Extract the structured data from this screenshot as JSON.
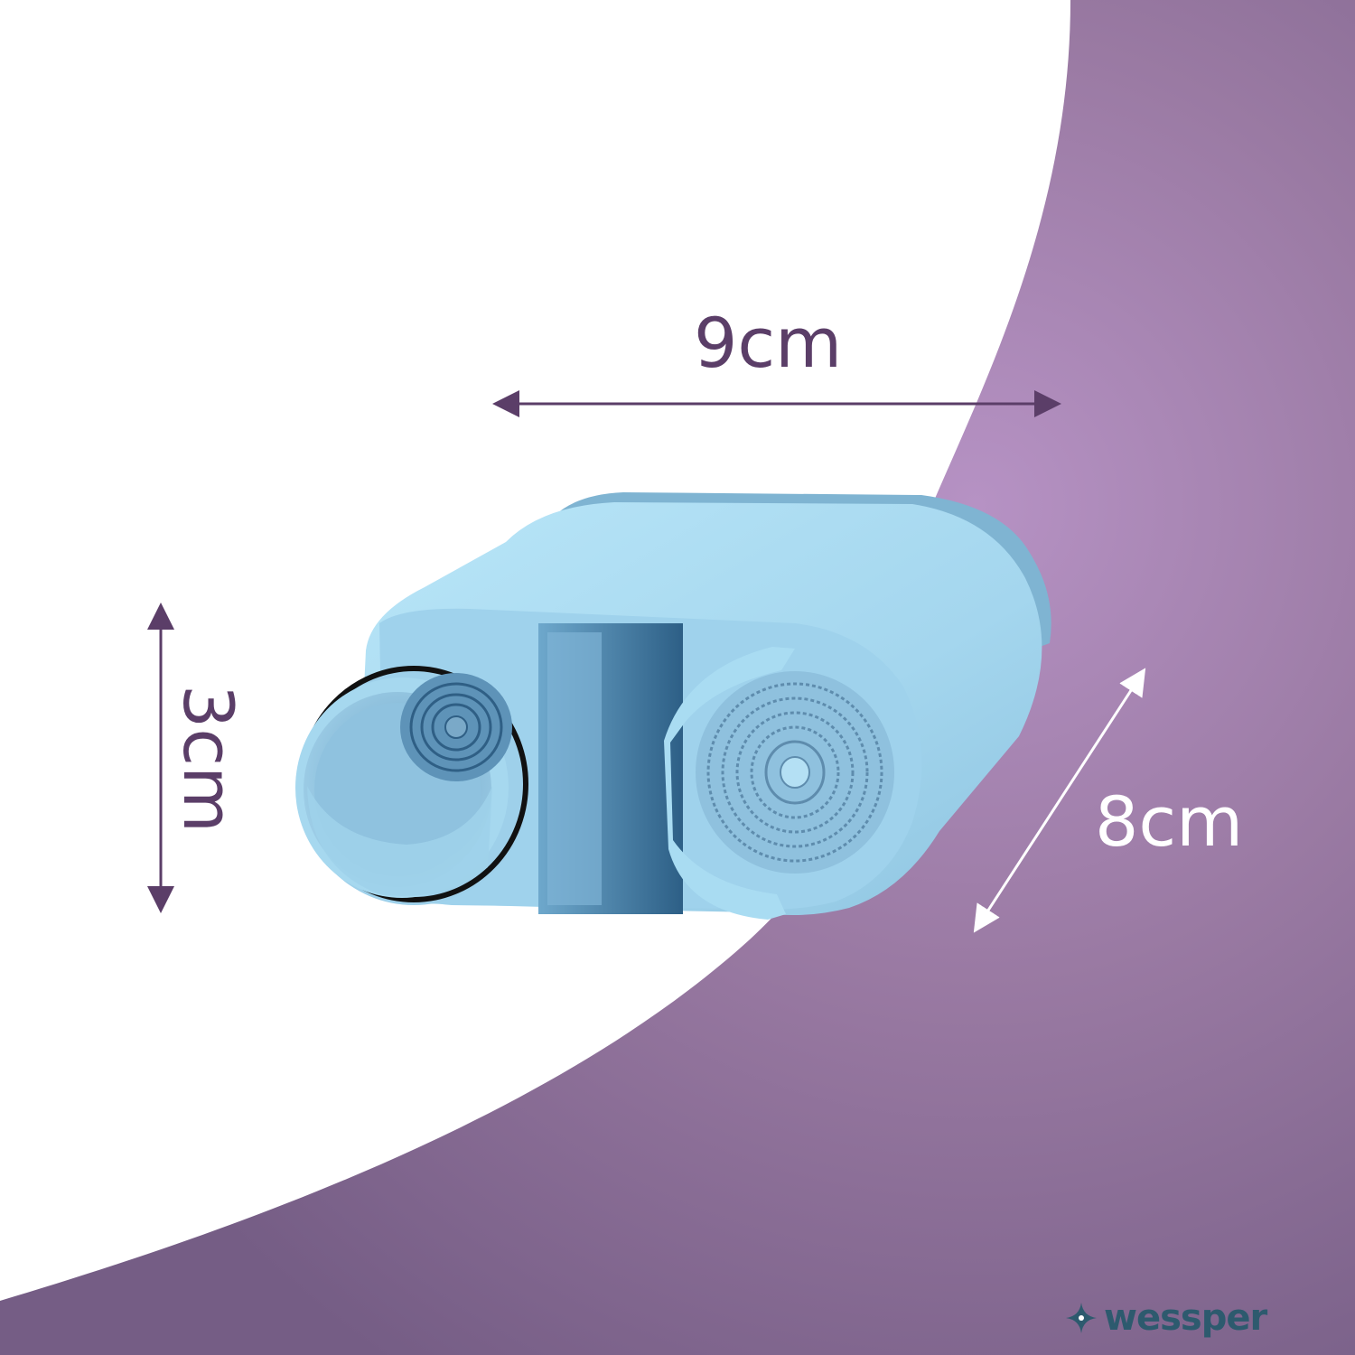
{
  "dimensions": {
    "width": "9cm",
    "height": "3cm",
    "depth": "8cm"
  },
  "brand": {
    "name": "wessper",
    "icon": "four-point-star-icon"
  },
  "colors": {
    "background": "#ffffff",
    "accent_purple": "#7e5f8c",
    "accent_purple_light": "#b692c4",
    "filter_blue": "#a8d8ee",
    "dimension_text": "#5b3e68",
    "brand_text": "#2d5a6e"
  }
}
